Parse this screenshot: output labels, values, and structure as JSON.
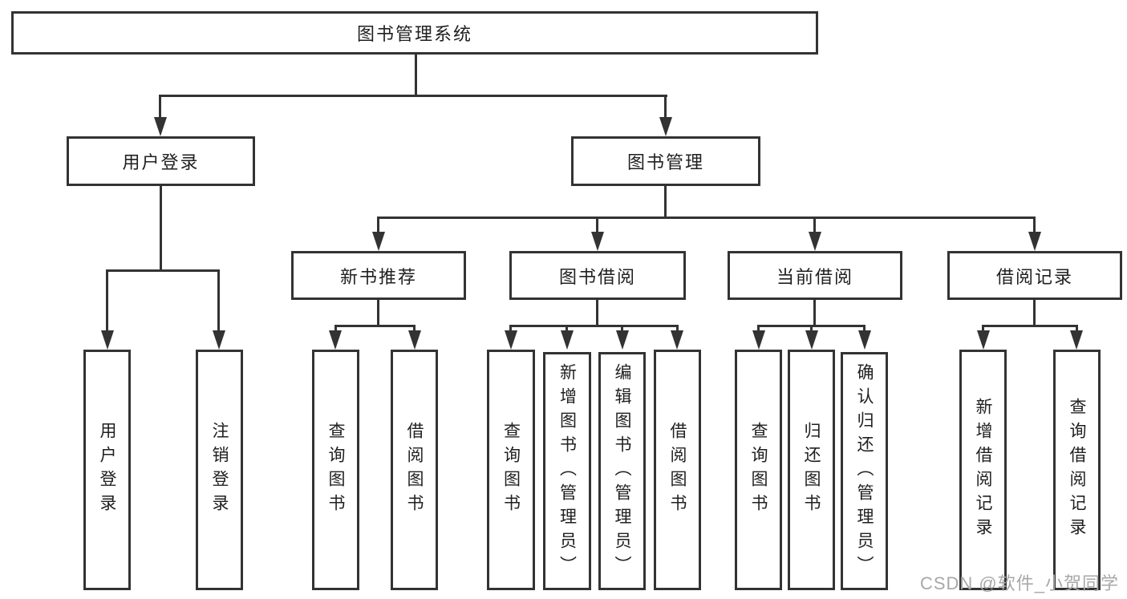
{
  "colors": {
    "line": "#333333",
    "text": "#202020",
    "background": "#ffffff",
    "watermark": "#a8a8a8"
  },
  "nodes": {
    "root": "图书管理系统",
    "level2": {
      "user_login": "用户登录",
      "book_management": "图书管理"
    },
    "level3": {
      "new_book_recommend": "新书推荐",
      "book_borrow": "图书借阅",
      "current_borrow": "当前借阅",
      "borrow_records": "借阅记录"
    },
    "leaves": {
      "login": "用户登录",
      "logout": "注销登录",
      "nb_query": "查询图书",
      "nb_borrow": "借阅图书",
      "bb_query": "查询图书",
      "bb_add": "新增图书（管理员）",
      "bb_edit": "编辑图书（管理员）",
      "bb_borrow": "借阅图书",
      "cb_query": "查询图书",
      "cb_return": "归还图书",
      "cb_confirm": "确认归还（管理员）",
      "br_add": "新增借阅记录",
      "br_query": "查询借阅记录"
    }
  },
  "watermark": "CSDN @软件_小贺同学"
}
